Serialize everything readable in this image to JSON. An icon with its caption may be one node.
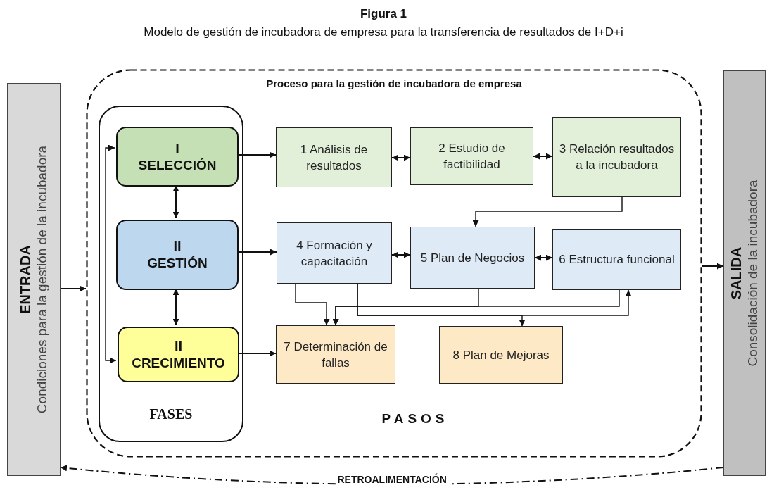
{
  "diagram": {
    "title": "Figura 1",
    "caption": "Modelo de gestión de incubadora de empresa para la transferencia de resultados de I+D+i",
    "nodes": [
      {
        "text": [
          "ENTRADA",
          "Condiciones para la gestión de la incubadora"
        ]
      },
      {
        "text": [
          "Proceso para la gestión de incubadora de empresa",
          "PASOS"
        ]
      },
      {
        "text": [
          "FASES"
        ],
        "in": 1
      },
      {
        "text": [
          "I",
          "SELECCIÓN"
        ],
        "in": 2
      },
      {
        "text": [
          "II",
          "GESTIÓN"
        ],
        "in": 2
      },
      {
        "text": [
          "II",
          "CRECIMIENTO"
        ],
        "in": 2
      },
      {
        "text": [
          "1 Análisis de resultados"
        ],
        "in": 1
      },
      {
        "text": [
          "2 Estudio de factibilidad"
        ],
        "in": 1
      },
      {
        "text": [
          "3 Relación resultados a la incubadora"
        ],
        "in": 1
      },
      {
        "text": [
          "4 Formación y capacitación"
        ],
        "in": 1
      },
      {
        "text": [
          "5 Plan de Negocios"
        ],
        "in": 1
      },
      {
        "text": [
          "6 Estructura funcional"
        ],
        "in": 1
      },
      {
        "text": [
          "7 Determinación de fallas"
        ],
        "in": 1
      },
      {
        "text": [
          "8 Plan de Mejoras"
        ],
        "in": 1
      },
      {
        "text": [
          "SALIDA",
          "Consolidación de la incubadora"
        ]
      }
    ],
    "edges": [
      {
        "from": 0,
        "to": 1,
        "arrow": "to"
      },
      {
        "from": 1,
        "to": 14,
        "arrow": "to"
      },
      {
        "from": 3,
        "to": 4,
        "arrow": "both"
      },
      {
        "from": 4,
        "to": 5,
        "arrow": "both"
      },
      {
        "from": 3,
        "to": 5,
        "arrow": "both"
      },
      {
        "from": 3,
        "to": 6,
        "arrow": "to"
      },
      {
        "from": 4,
        "to": 9,
        "arrow": "to"
      },
      {
        "from": 5,
        "to": 12,
        "arrow": "to"
      },
      {
        "from": 6,
        "to": 7,
        "arrow": "both"
      },
      {
        "from": 7,
        "to": 8,
        "arrow": "both"
      },
      {
        "from": 8,
        "to": 10,
        "arrow": "to"
      },
      {
        "from": 9,
        "to": 10,
        "arrow": "both"
      },
      {
        "from": 10,
        "to": 11,
        "arrow": "both"
      },
      {
        "from": 9,
        "to": 12,
        "arrow": "to"
      },
      {
        "from": 10,
        "to": 12,
        "arrow": "to"
      },
      {
        "from": 11,
        "to": 12,
        "arrow": "to"
      },
      {
        "from": 9,
        "to": 13,
        "arrow": "to"
      },
      {
        "from": 9,
        "to": 11,
        "arrow": "to"
      },
      {
        "from": 14,
        "to": 0,
        "arrow": "to",
        "label": "RETROALIMENTACIÓN",
        "style": "dashed"
      }
    ]
  }
}
